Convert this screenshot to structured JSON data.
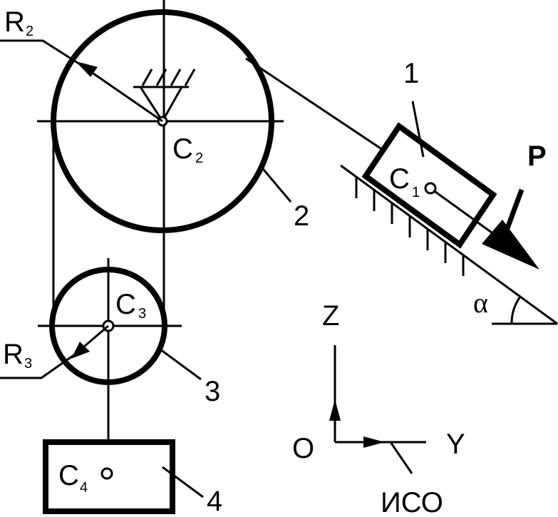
{
  "labels": {
    "r2_main": "R",
    "r2_sub": "2",
    "c2_main": "C",
    "c2_sub": "2",
    "num_2": "2",
    "num_1": "1",
    "c1_main": "C",
    "c1_sub": "1",
    "force": "P",
    "alpha": "α",
    "c3_main": "C",
    "c3_sub": "3",
    "r3_main": "R",
    "r3_sub": "3",
    "num_3": "3",
    "axis_z": "Z",
    "axis_y": "Y",
    "origin": "O",
    "frame": "ИСО",
    "c4_main": "C",
    "c4_sub": "4",
    "num_4": "4"
  },
  "colors": {
    "ink": "#000000",
    "background": "#ffffff"
  }
}
